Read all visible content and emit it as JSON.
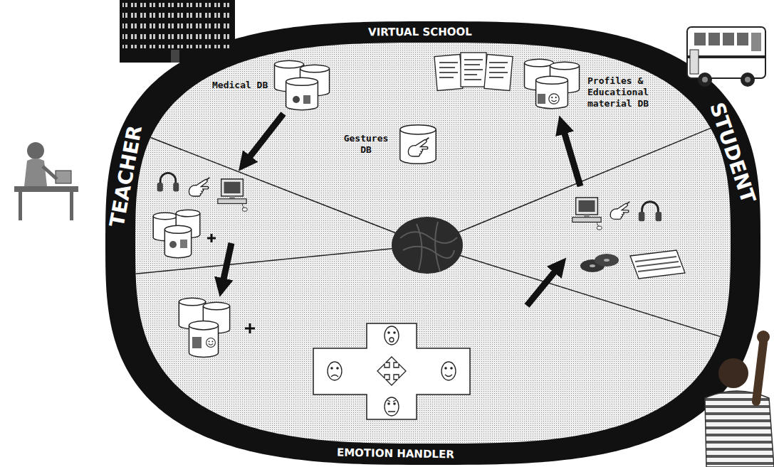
{
  "diagram": {
    "nodes": [
      {
        "text": [
          "Medical DB"
        ]
      },
      {
        "text": [
          "Gestures DB"
        ]
      },
      {
        "text": [
          "Profiles & Educational material DB"
        ]
      }
    ],
    "labels": [
      "VIRTUAL SCHOOL",
      "TEACHER",
      "STUDENT",
      "EMOTION HANDLER"
    ]
  }
}
